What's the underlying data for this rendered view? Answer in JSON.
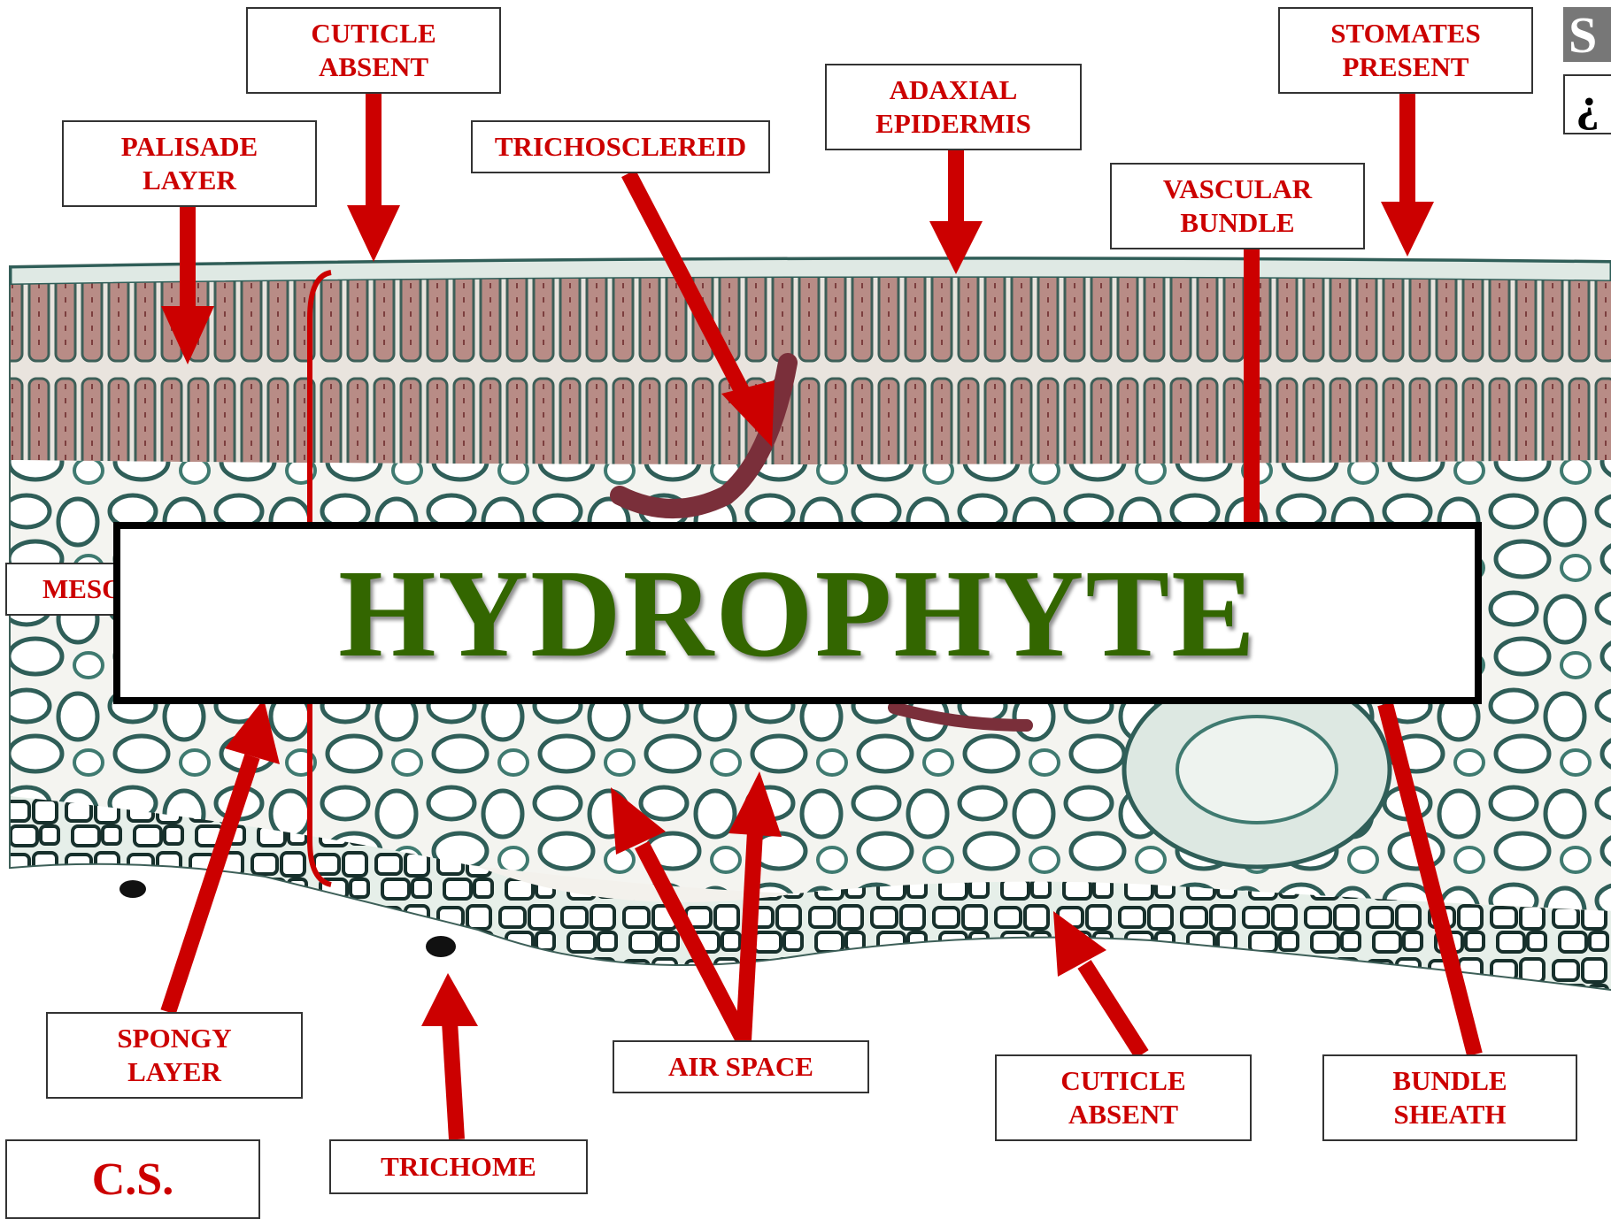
{
  "title": "HYDROPHYTE",
  "section_label": "C.S.",
  "side_buttons": {
    "top": "S",
    "bottom": "¿"
  },
  "labels": {
    "cuticle_top": "CUTICLE\nABSENT",
    "palisade": "PALISADE\nLAYER",
    "trichosclereid": "TRICHOSCLEREID",
    "adaxial": "ADAXIAL\nEPIDERMIS",
    "vascular": "VASCULAR\nBUNDLE",
    "stomates": "STOMATES\nPRESENT",
    "meso": "MESO",
    "spongy": "SPONGY\nLAYER",
    "air_space": "AIR SPACE",
    "cuticle_bottom": "CUTICLE\nABSENT",
    "bundle_sheath": "BUNDLE\nSHEATH",
    "trichome": "TRICHOME"
  },
  "colors": {
    "label_text": "#cc0000",
    "arrow": "#cc0000",
    "title_text": "#336600",
    "tissue_stain_cell_wall": "#2f5e58",
    "tissue_stain_palisade": "#8a4848",
    "tissue_stain_background": "#f3f1ec"
  }
}
